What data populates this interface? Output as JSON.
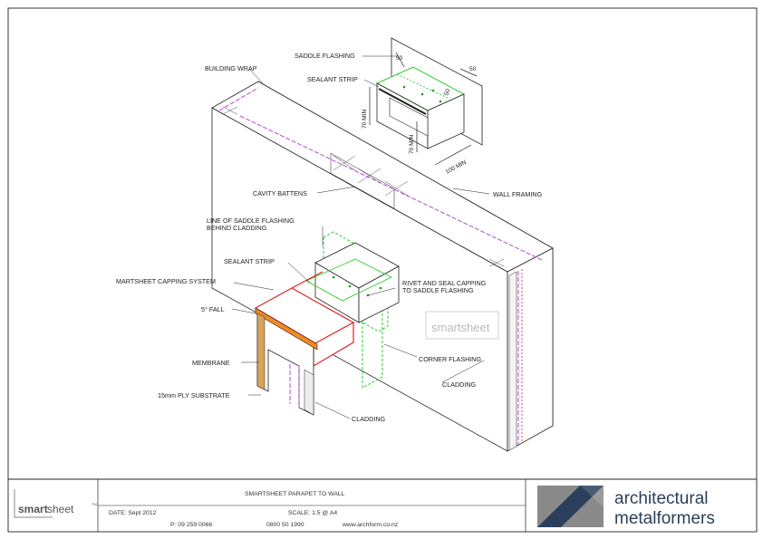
{
  "labels": {
    "saddle_flashing": "SADDLE FLASHING",
    "sealant_strip_top": "SEALANT STRIP",
    "building_wrap": "BUILDING WRAP",
    "dim_50_a": "50",
    "dim_50_b": "50",
    "dim_50_c": "50",
    "dim_70_min_a": "70 MIN",
    "dim_70_min_b": "70 MIN",
    "dim_100_min": "100 MIN",
    "cavity_battens": "CAVITY BATTENS",
    "wall_framing": "WALL FRAMING",
    "line_of_saddle_1": "LINE OF SADDLE FLASHING",
    "line_of_saddle_2": "BEHIND CLADDING",
    "sealant_strip": "SEALANT STRIP",
    "capping_system": "MARTSHEET CAPPING SYSTEM",
    "rivet_seal_1": "RIVET AND SEAL CAPPING",
    "rivet_seal_2": "TO SADDLE FLASHING",
    "fall": "5° FALL",
    "membrane": "MEMBRANE",
    "corner_flashing": "CORNER FLASHING",
    "cladding_right": "CLADDING",
    "ply_substrate": "15mm PLY SUBSTRATE",
    "cladding_bottom": "CLADDING",
    "watermark": "smartsheet"
  },
  "title_block": {
    "logo_text_bold": "smart",
    "logo_text_light": "sheet",
    "logo_tm": "TM",
    "drawing_title": "SMARTSHEET PARAPET TO WALL",
    "date": "DATE: Sept 2012",
    "scale": "SCALE: 1:5 @ A4",
    "phone": "P: 09 259 0066",
    "freephone": "0800 50 1990",
    "website": "www.archform.co.nz",
    "company_line1": "architectural",
    "company_line2": "metalformers"
  },
  "colors": {
    "frame": "#222222",
    "flashing_green": "#2bcc2b",
    "building_wrap_purple": "#b44bd6",
    "capping_red": "#e02020",
    "membrane_orange": "#f08a24",
    "brand_navy": "#2b3f5c",
    "logo_grey": "#8a8a8a"
  }
}
